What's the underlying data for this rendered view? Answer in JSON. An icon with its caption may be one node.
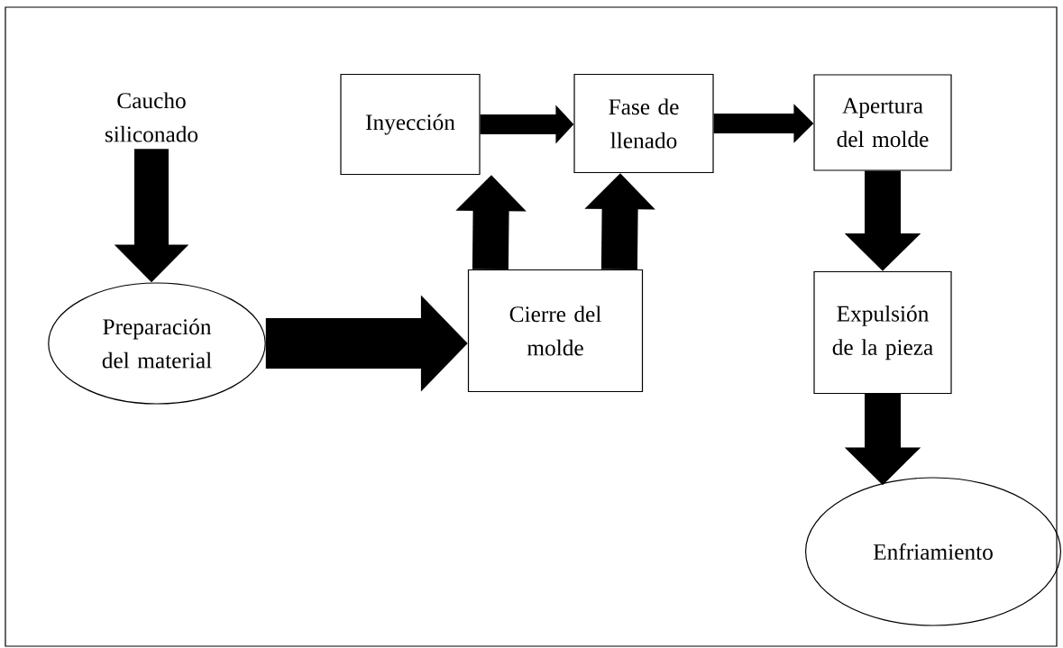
{
  "diagram": {
    "nodes": [
      {
        "text": [
          "Caucho siliconado"
        ]
      },
      {
        "text": [
          "Preparación del material"
        ]
      },
      {
        "text": [
          "Inyección"
        ]
      },
      {
        "text": [
          "Fase de llenado"
        ]
      },
      {
        "text": [
          "Apertura del molde"
        ]
      },
      {
        "text": [
          "Cierre del molde"
        ]
      },
      {
        "text": [
          "Expulsión de la pieza"
        ]
      },
      {
        "text": [
          "Enfriamiento"
        ]
      }
    ],
    "edges": [
      {
        "from": 0,
        "to": 1,
        "arrow": "to"
      },
      {
        "from": 1,
        "to": 5,
        "arrow": "to"
      },
      {
        "from": 5,
        "to": 2,
        "arrow": "to"
      },
      {
        "from": 5,
        "to": 3,
        "arrow": "to"
      },
      {
        "from": 2,
        "to": 3,
        "arrow": "to"
      },
      {
        "from": 3,
        "to": 4,
        "arrow": "to"
      },
      {
        "from": 4,
        "to": 6,
        "arrow": "to"
      },
      {
        "from": 6,
        "to": 7,
        "arrow": "to"
      }
    ]
  }
}
